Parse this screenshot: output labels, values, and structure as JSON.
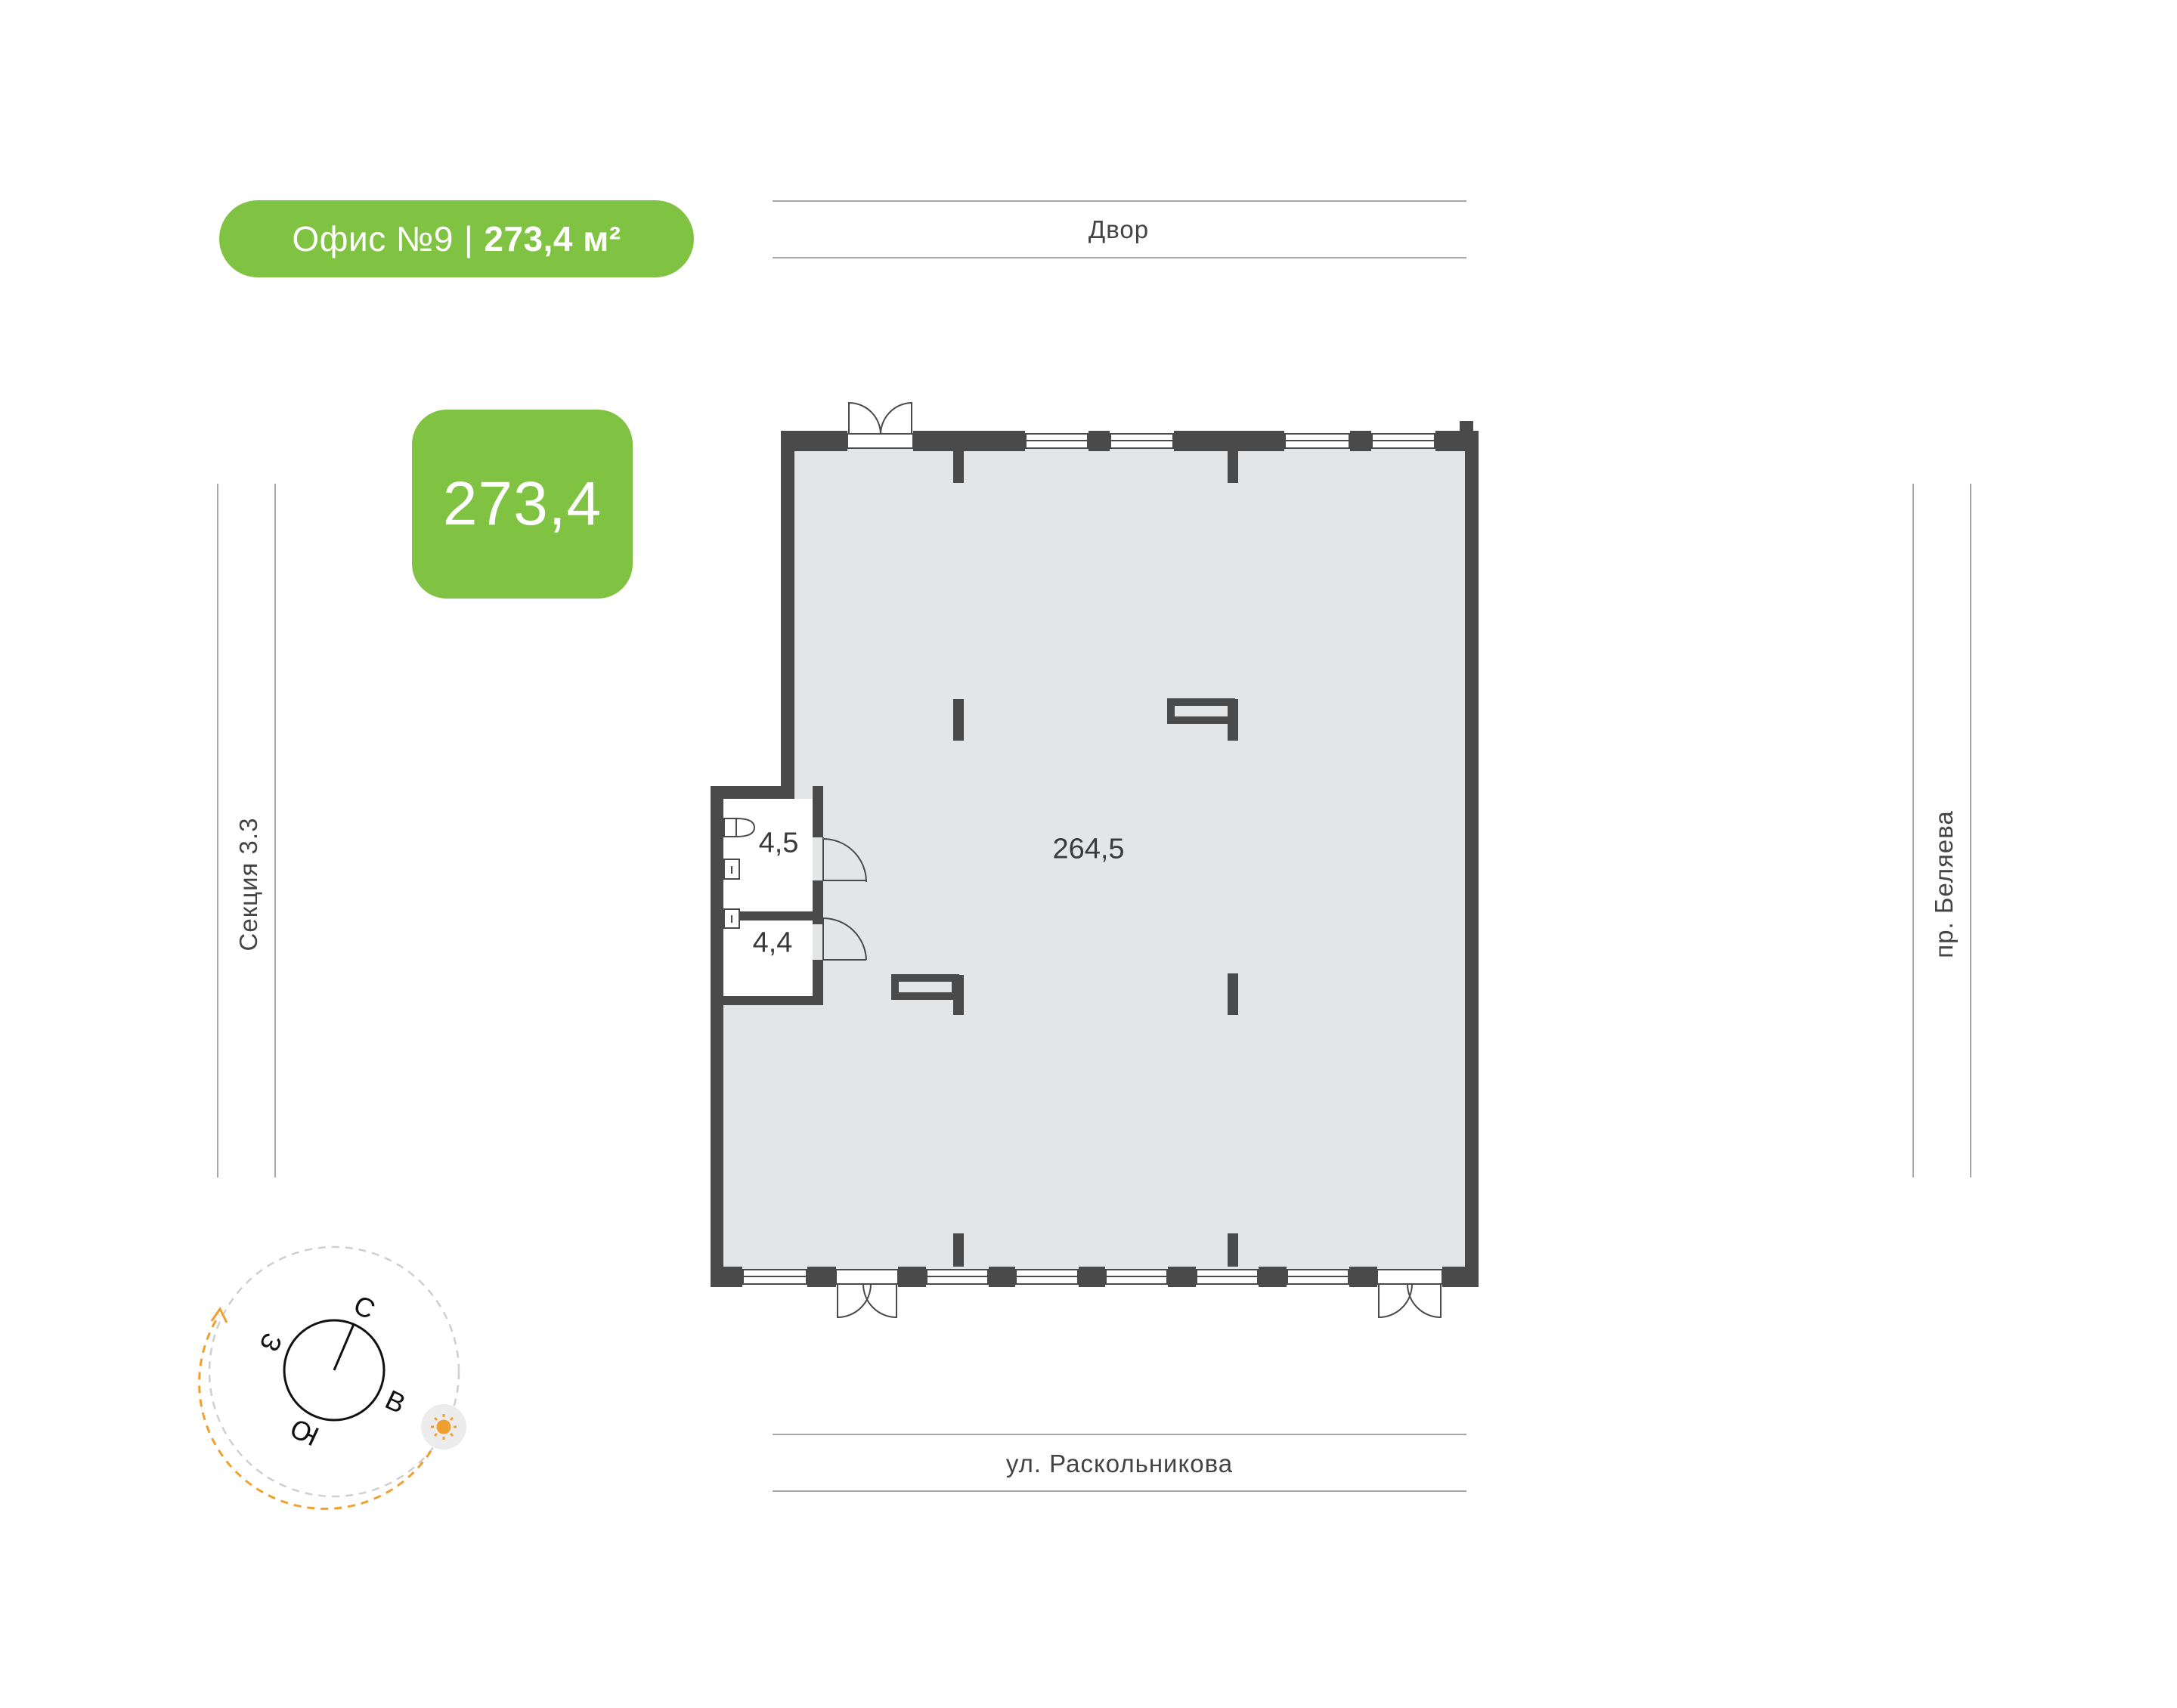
{
  "header": {
    "office_name": "Офис №9",
    "separator": "|",
    "office_area": "273,4 м²"
  },
  "total_area": "273,4",
  "surroundings": {
    "top": "Двор",
    "bottom": "ул. Раскольникова",
    "left": "Секция 3.3",
    "right": "пр. Беляева"
  },
  "rooms": [
    {
      "area": "264,5"
    },
    {
      "area": "4,5"
    },
    {
      "area": "4,4"
    }
  ],
  "compass": {
    "north": "С",
    "east": "В",
    "south": "Ю",
    "west": "З",
    "sun_icon": "sun-icon",
    "sun_color": "#f0a030"
  },
  "colors": {
    "brand_green": "#80c342",
    "wall": "#4a4a4a",
    "floor": "#e4e5e7"
  }
}
